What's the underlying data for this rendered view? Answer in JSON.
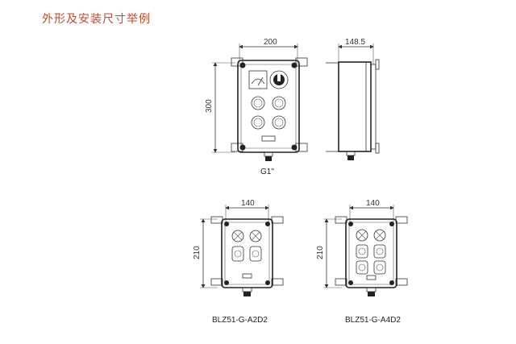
{
  "title": "外形及安装尺寸举例",
  "top": {
    "front_width_dim": "200",
    "front_height_dim": "300",
    "side_depth_dim": "148.5",
    "gland_label": "G1\""
  },
  "bottom_left": {
    "width_dim": "140",
    "height_dim": "210",
    "model": "BLZ51-G-A2D2"
  },
  "bottom_right": {
    "width_dim": "140",
    "height_dim": "210",
    "model": "BLZ51-G-A4D2"
  }
}
